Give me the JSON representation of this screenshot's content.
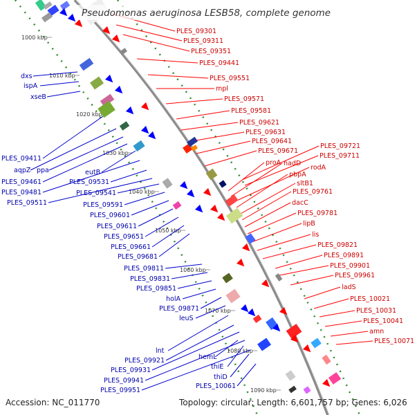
{
  "title": "Pseudomonas aeruginosa LESB58, complete genome",
  "footer": {
    "accession": "Accession: NC_011770",
    "summary": "Topology: circular; Length: 6,601,757 bp; Genes: 6,026"
  },
  "ticks": [
    "1000 kbp",
    "1010 kbp",
    "1020 kbp",
    "1030 kbp",
    "1040 kbp",
    "1050 kbp",
    "1060 kbp",
    "1070 kbp",
    "1080 kbp",
    "1090 kbp"
  ],
  "labels_plus_strand": [
    "PLES_09301",
    "PLES_09311",
    "PLES_09351",
    "PLES_09441",
    "PLES_09551",
    "mpl",
    "PLES_09571",
    "PLES_09581",
    "PLES_09621",
    "PLES_09631",
    "PLES_09641",
    "PLES_09671",
    "PLES_09721",
    "PLES_09711",
    "proA",
    "nadD",
    "rodA",
    "pbpA",
    "sltB1",
    "PLES_09761",
    "dacC",
    "PLES_09781",
    "lipB",
    "lis",
    "PLES_09821",
    "PLES_09891",
    "PLES_09901",
    "PLES_09961",
    "ladS",
    "PLES_10021",
    "PLES_10031",
    "PLES_10041",
    "amn",
    "PLES_10071"
  ],
  "labels_minus_strand": [
    "dxs",
    "ispA",
    "xseB",
    "PLES_09411",
    "aqpZ",
    "ppa",
    "PLES_09461",
    "eutB",
    "PLES_09481",
    "PLES_09531",
    "PLES_09511",
    "PLES_09541",
    "PLES_09591",
    "PLES_09601",
    "PLES_09611",
    "PLES_09651",
    "PLES_09661",
    "PLES_09681",
    "PLES_09811",
    "PLES_09831",
    "PLES_09851",
    "holA",
    "PLES_09871",
    "leuS",
    "lnt",
    "hemL",
    "PLES_09921",
    "thiE",
    "PLES_09931",
    "thiD",
    "PLES_09941",
    "PLES_10061",
    "PLES_09951"
  ],
  "colors": {
    "backbone": "#8c8c8c",
    "plus_label_line": "#ff0000",
    "minus_label_line": "#0000cc",
    "gc_skew_dots": "#2e8b2e",
    "gene_plus": "#ff0000",
    "gene_minus": "#0000ff"
  }
}
